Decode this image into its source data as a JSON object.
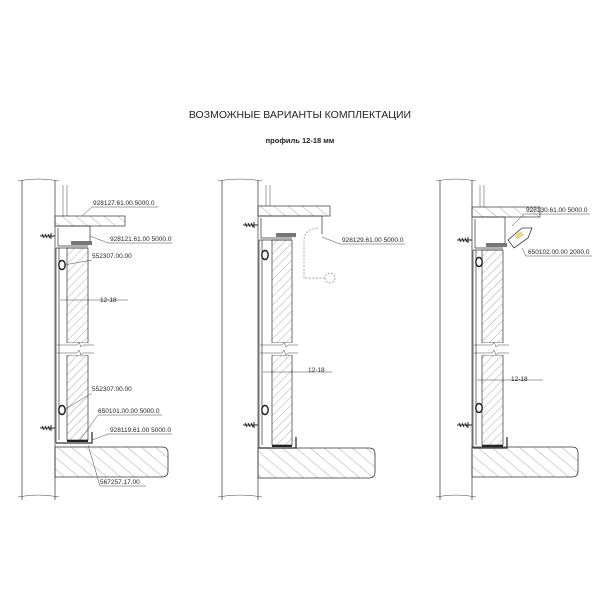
{
  "title": "ВОЗМОЖНЫЕ ВАРИАНТЫ КОМПЛЕКТАЦИИ",
  "subtitle": "профиль 12-18 мм",
  "variants": [
    {
      "labels": [
        "928127.61.00.5000.0",
        "928121.61.00 5000.0",
        "552307.00.00",
        "552307.00.00",
        "650101.00.00 5000.0",
        "928119.61.00 5000.0",
        "567257.17.00"
      ],
      "dimension": "12-18"
    },
    {
      "labels": [
        "928129.61.00 5000.0"
      ],
      "dimension": "12-18"
    },
    {
      "labels": [
        "928130.61.00 5000.0",
        "650102.00.00 2000.0"
      ],
      "dimension": "12-18"
    }
  ]
}
